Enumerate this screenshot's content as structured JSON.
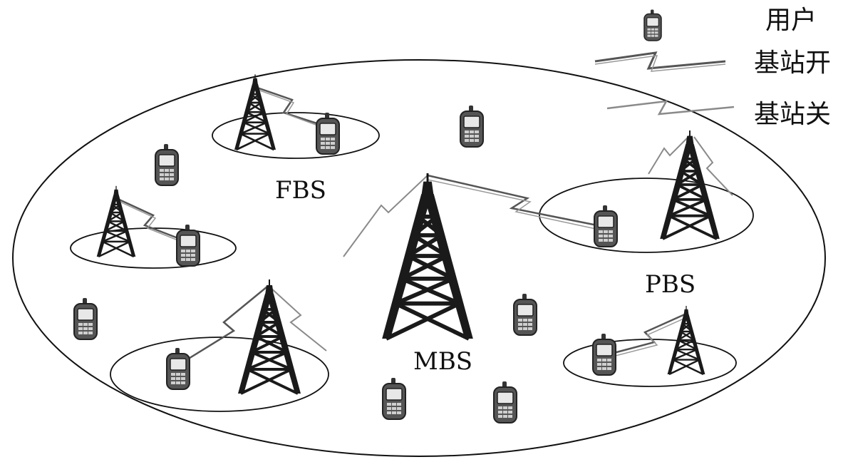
{
  "legend": {
    "user_label": "用户",
    "on_label": "基站开",
    "off_label": "基站关"
  },
  "labels": {
    "fbs": "FBS",
    "pbs": "PBS",
    "mbs": "MBS"
  },
  "icons": {
    "tower": "tower-icon",
    "phone": "phone-icon"
  },
  "colors": {
    "line": "#111111",
    "link": "#888888",
    "tower": "#1a1a1a",
    "phone": "#333333"
  }
}
